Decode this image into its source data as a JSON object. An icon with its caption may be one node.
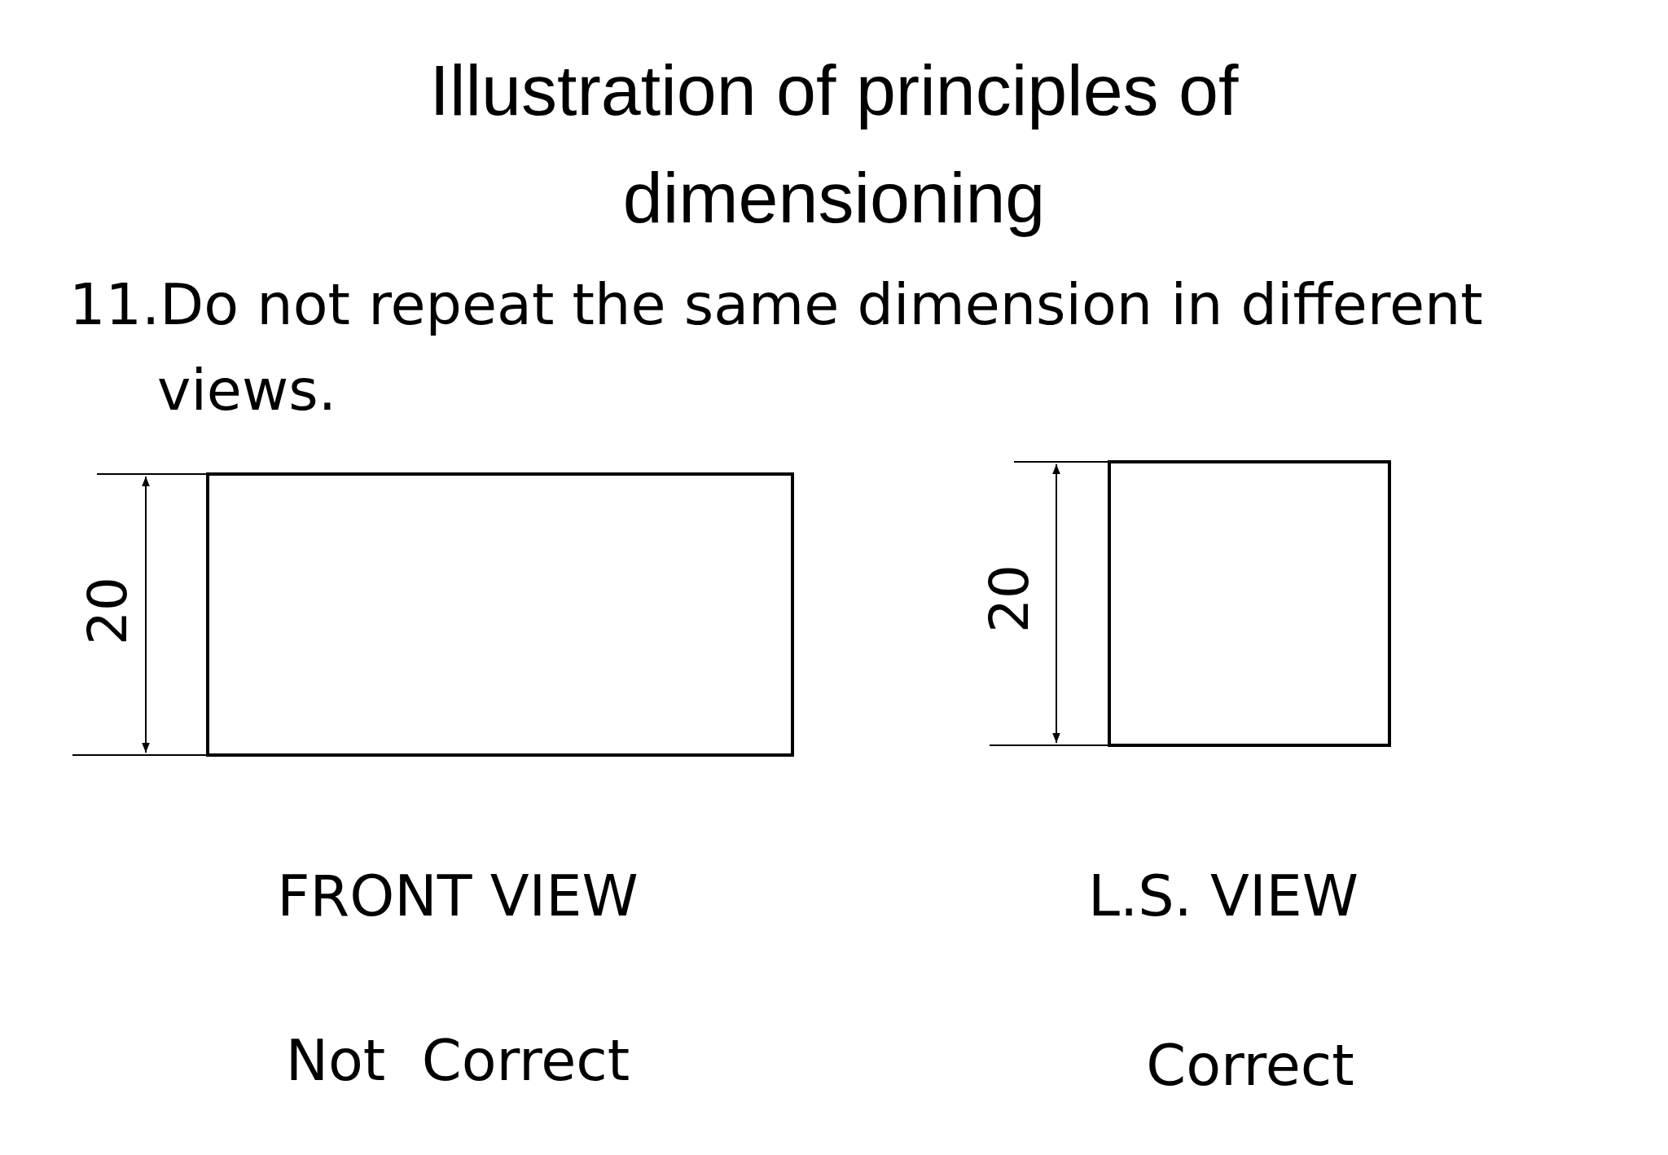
{
  "diagram": {
    "title": "Illustration of principles of dimensioning",
    "nodes": [
      {
        "text": [],
        "shape": "box"
      },
      {
        "text": [],
        "shape": "box"
      }
    ],
    "labels": [
      "11.Do not repeat the same dimension in different views.",
      "20",
      "20",
      "FRONT VIEW",
      "L.S. VIEW",
      "Not  Correct",
      "Correct"
    ]
  }
}
